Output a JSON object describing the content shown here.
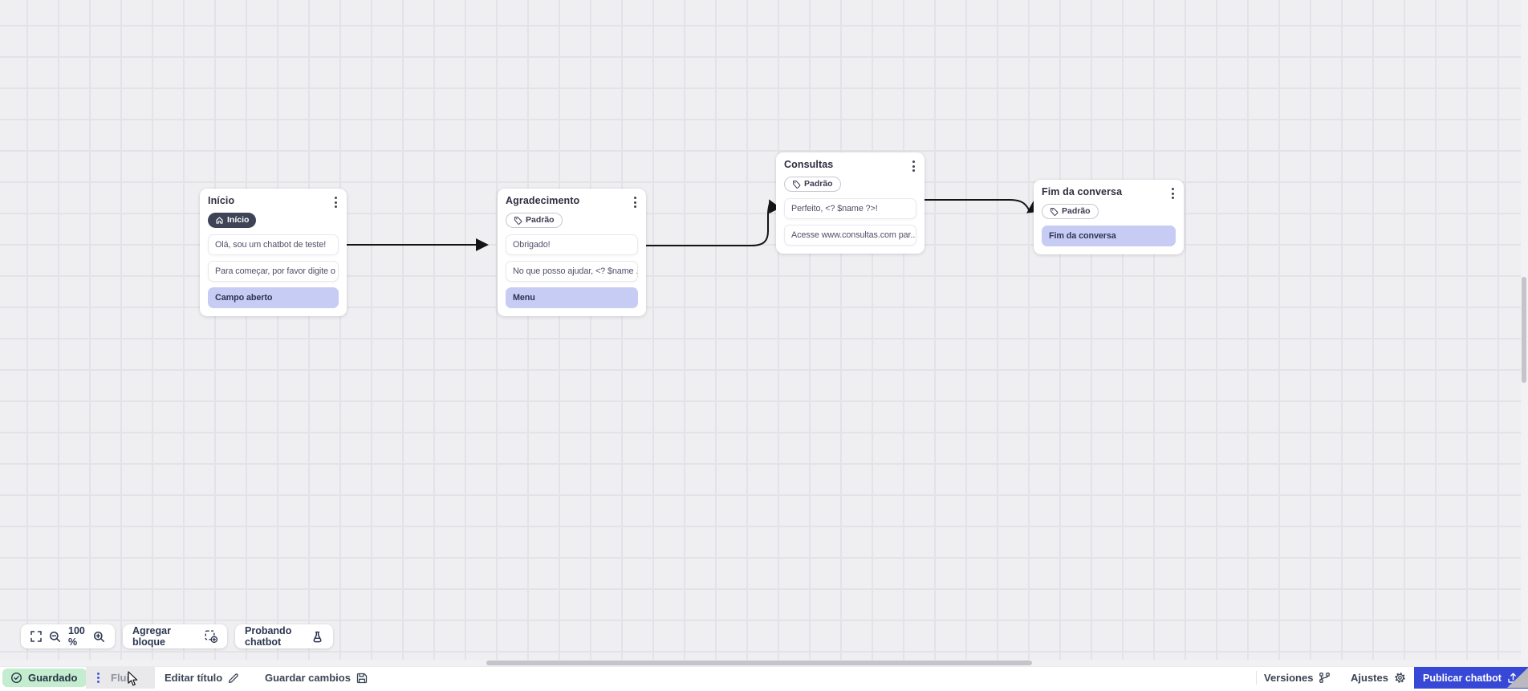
{
  "flow": {
    "nodes": [
      {
        "title": "Início",
        "badge": {
          "style": "dark",
          "icon": "home-icon",
          "label": "Início"
        },
        "rows": [
          {
            "type": "message",
            "text": "Olá, sou um chatbot de teste!"
          },
          {
            "type": "message",
            "text": "Para começar, por favor digite o ..."
          },
          {
            "type": "action",
            "text": "Campo aberto"
          }
        ]
      },
      {
        "title": "Agradecimento",
        "badge": {
          "style": "outline",
          "icon": "tag-icon",
          "label": "Padrão"
        },
        "rows": [
          {
            "type": "message",
            "text": "Obrigado!"
          },
          {
            "type": "message",
            "text": "No que posso ajudar, <? $name ..."
          },
          {
            "type": "action",
            "text": "Menu"
          }
        ]
      },
      {
        "title": "Consultas",
        "badge": {
          "style": "outline",
          "icon": "tag-icon",
          "label": "Padrão"
        },
        "rows": [
          {
            "type": "message",
            "text": "Perfeito, <? $name ?>!"
          },
          {
            "type": "message",
            "text": "Acesse www.consultas.com par..."
          }
        ]
      },
      {
        "title": "Fim da conversa",
        "badge": {
          "style": "outline",
          "icon": "tag-icon",
          "label": "Padrão"
        },
        "rows": [
          {
            "type": "action",
            "text": "Fim da conversa"
          }
        ]
      }
    ],
    "connections": [
      {
        "from": "Início",
        "to": "Agradecimento"
      },
      {
        "from": "Agradecimento",
        "to": "Consultas"
      },
      {
        "from": "Consultas",
        "to": "Fim da conversa"
      }
    ]
  },
  "canvas_toolbar": {
    "zoom_level": "100 %",
    "add_block_label": "Agregar bloque",
    "test_chatbot_label": "Probando chatbot"
  },
  "status_bar": {
    "saved_label": "Guardado",
    "flow_tab_label": "Fluir",
    "edit_title_label": "Editar título",
    "save_changes_label": "Guardar cambios",
    "versions_label": "Versiones",
    "settings_label": "Ajustes",
    "publish_label": "Publicar chatbot"
  },
  "colors": {
    "publish_blue": "#3848d6",
    "saved_green_bg": "#c3edce",
    "action_row_lavender": "#c7ccf4",
    "dark_badge_bg": "#3e4355",
    "canvas_bg": "#efeef1",
    "grid_line": "#e3e2e6",
    "wire_black": "#141414"
  }
}
